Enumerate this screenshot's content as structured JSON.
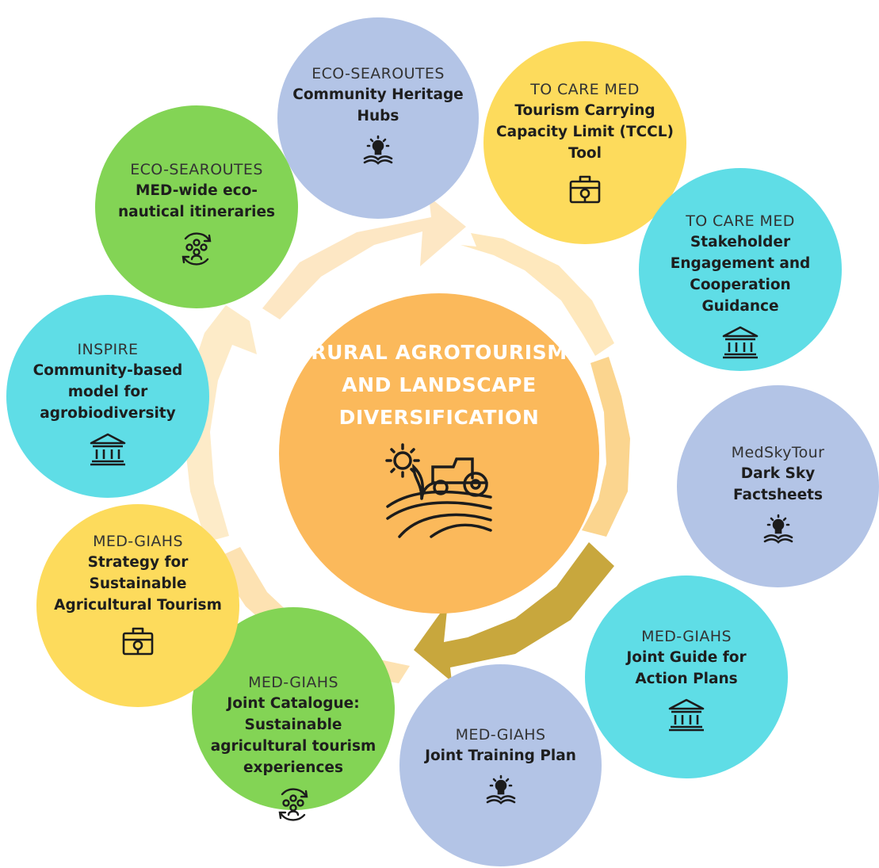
{
  "center": {
    "title": "RURAL AGROTOURISM AND LANDSCAPE DIVERSIFICATION",
    "icon": "tractor-field-icon",
    "color": "#fbb95b"
  },
  "colors": {
    "blue": "#b3c4e6",
    "yellow": "#fddb5c",
    "cyan": "#5fdde6",
    "green": "#83d455",
    "arrow_light": "#fde7c4",
    "arrow_mid": "#fbd58f",
    "arrow_dark": "#c8a73d"
  },
  "nodes": [
    {
      "project": "ECO-SEAROUTES",
      "title": "Community Heritage Hubs",
      "icon": "lightbulb-book-icon"
    },
    {
      "project": "TO CARE MED",
      "title": "Tourism Carrying Capacity Limit (TCCL) Tool",
      "icon": "toolbox-icon"
    },
    {
      "project": "TO CARE MED",
      "title": "Stakeholder Engagement and Cooperation Guidance",
      "icon": "institution-icon"
    },
    {
      "project": "MedSkyTour",
      "title": "Dark Sky Factsheets",
      "icon": "lightbulb-book-icon"
    },
    {
      "project": "MED-GIAHS",
      "title": "Joint Guide for Action Plans",
      "icon": "institution-icon"
    },
    {
      "project": "MED-GIAHS",
      "title": "Joint Training Plan",
      "icon": "lightbulb-book-icon"
    },
    {
      "project": "MED-GIAHS",
      "title": "Joint Catalogue: Sustainable agricultural tourism experiences",
      "icon": "community-cycle-icon"
    },
    {
      "project": "MED-GIAHS",
      "title": "Strategy for Sustainable Agricultural Tourism",
      "icon": "toolbox-icon"
    },
    {
      "project": "INSPIRE",
      "title": "Community-based model for agrobiodiversity",
      "icon": "institution-icon"
    },
    {
      "project": "ECO-SEAROUTES",
      "title": "MED-wide eco-nautical itineraries",
      "icon": "community-cycle-icon"
    }
  ]
}
